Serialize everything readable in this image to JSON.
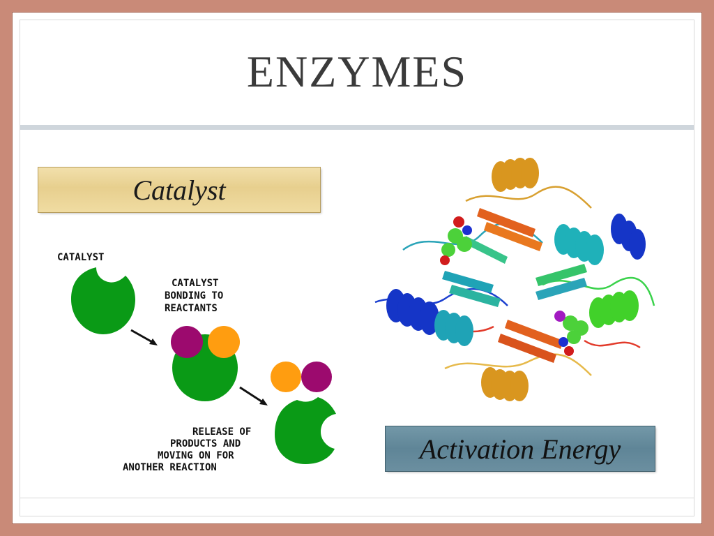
{
  "slide": {
    "title": "ENZYMES"
  },
  "labels": {
    "catalyst": "Catalyst",
    "activation_energy": "Activation Energy"
  },
  "diagram": {
    "catalyst_label": "CATALYST",
    "bonding_label": [
      "CATALYST",
      "BONDING TO",
      "REACTANTS"
    ],
    "release_label": [
      "RELEASE OF",
      "PRODUCTS AND",
      "MOVING ON FOR",
      "ANOTHER REACTION"
    ],
    "colors": {
      "catalyst": "#0a9a16",
      "reactant_a": "#9c0a6e",
      "reactant_b": "#ff9d10"
    }
  },
  "image": {
    "subject": "protein-ribbon-structure"
  }
}
